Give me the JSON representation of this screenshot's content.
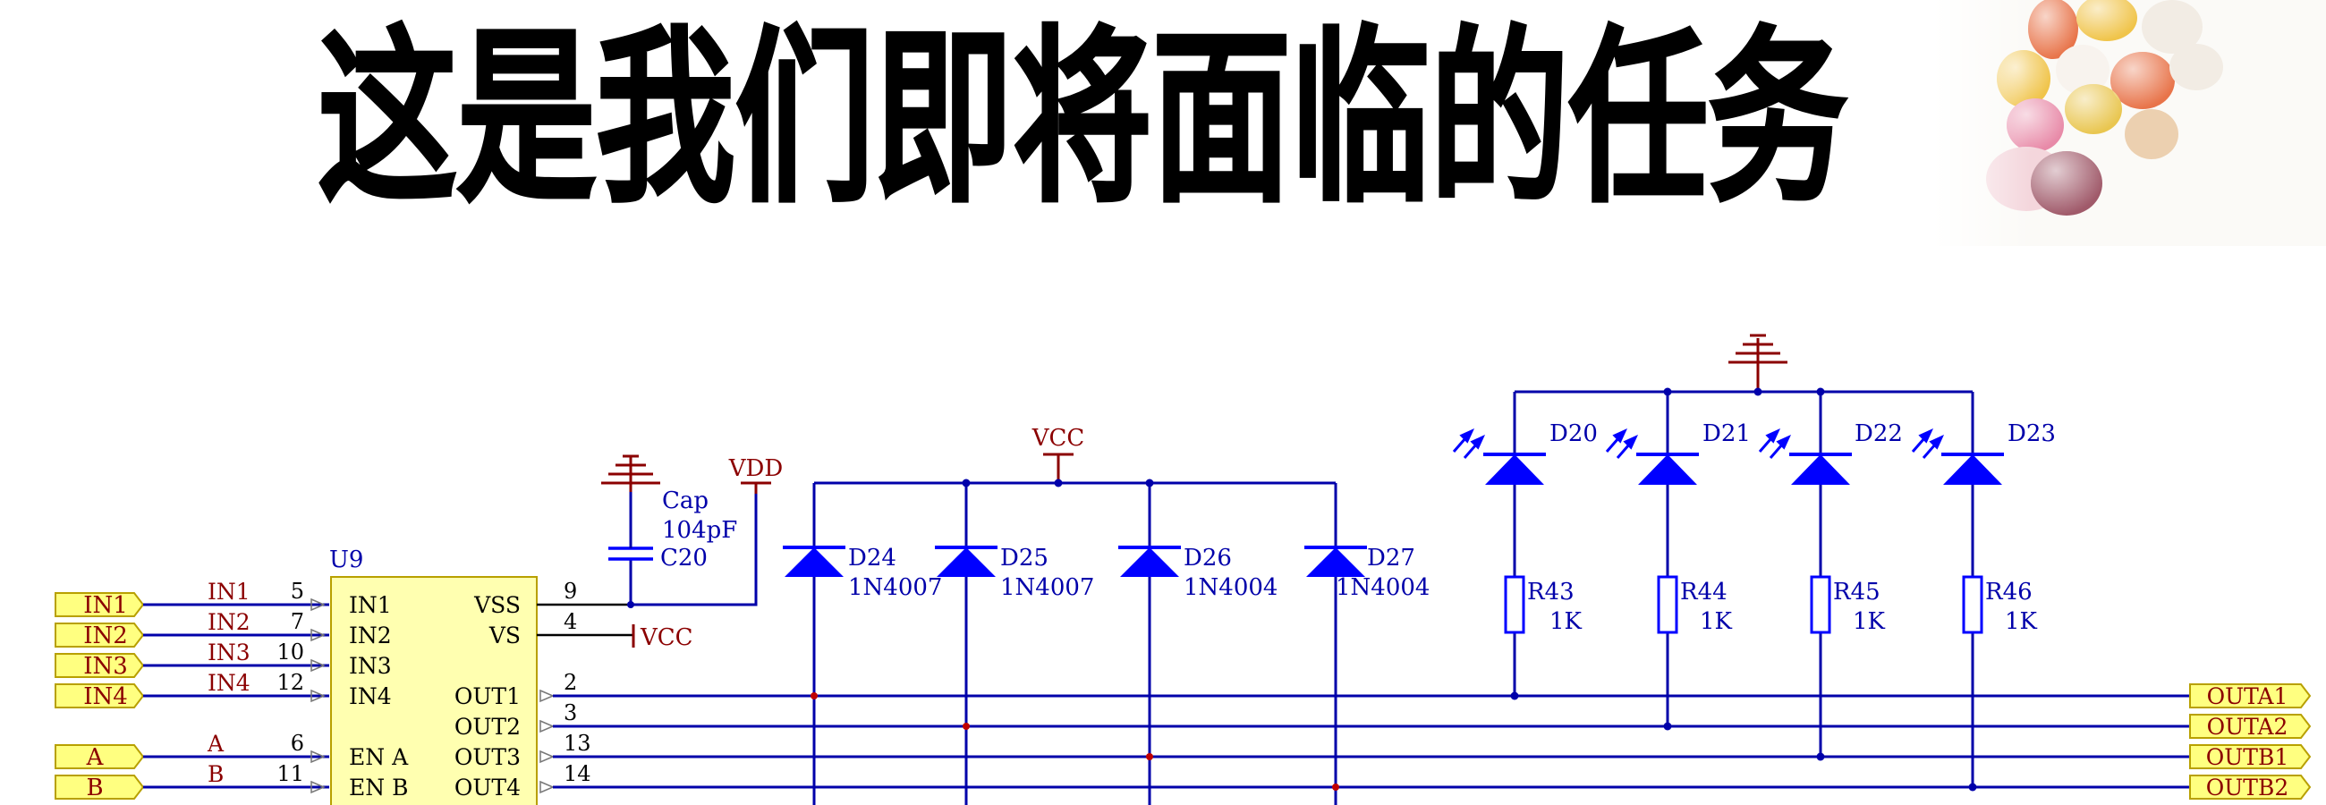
{
  "slide": {
    "title": "这是我们即将面临的任务"
  },
  "colors": {
    "wire": "#0000aa",
    "power": "#8b0000",
    "component": "#0000ff",
    "port_fill": "#ffff80",
    "port_stroke": "#b8a000",
    "chip_fill": "#ffffb0",
    "junction": "#c00000"
  },
  "schematic": {
    "chip": {
      "ref": "U9",
      "pins_left": [
        {
          "name": "IN1",
          "number": "5",
          "net": "IN1"
        },
        {
          "name": "IN2",
          "number": "7",
          "net": "IN2"
        },
        {
          "name": "IN3",
          "number": "10",
          "net": "IN3"
        },
        {
          "name": "IN4",
          "number": "12",
          "net": "IN4"
        },
        {
          "name": "EN A",
          "number": "6",
          "net": "A"
        },
        {
          "name": "EN B",
          "number": "11",
          "net": "B"
        }
      ],
      "pins_right": [
        {
          "name": "VSS",
          "number": "9"
        },
        {
          "name": "VS",
          "number": "4"
        },
        {
          "name": "OUT1",
          "number": "2"
        },
        {
          "name": "OUT2",
          "number": "3"
        },
        {
          "name": "OUT3",
          "number": "13"
        },
        {
          "name": "OUT4",
          "number": "14"
        }
      ]
    },
    "input_ports": [
      "IN1",
      "IN2",
      "IN3",
      "IN4",
      "A",
      "B"
    ],
    "output_ports": [
      "OUTA1",
      "OUTA2",
      "OUTB1",
      "OUTB2"
    ],
    "power_labels": {
      "vdd": "VDD",
      "vcc_top": "VCC",
      "vcc_pin": "VCC"
    },
    "capacitor": {
      "label": "Cap",
      "value": "104pF",
      "ref": "C20"
    },
    "diodes": [
      {
        "ref": "D24",
        "part": "1N4007"
      },
      {
        "ref": "D25",
        "part": "1N4007"
      },
      {
        "ref": "D26",
        "part": "1N4004"
      },
      {
        "ref": "D27",
        "part": "1N4004"
      }
    ],
    "leds": [
      {
        "ref": "D20"
      },
      {
        "ref": "D21"
      },
      {
        "ref": "D22"
      },
      {
        "ref": "D23"
      }
    ],
    "resistors": [
      {
        "ref": "R43",
        "value": "1K"
      },
      {
        "ref": "R44",
        "value": "1K"
      },
      {
        "ref": "R45",
        "value": "1K"
      },
      {
        "ref": "R46",
        "value": "1K"
      }
    ]
  }
}
